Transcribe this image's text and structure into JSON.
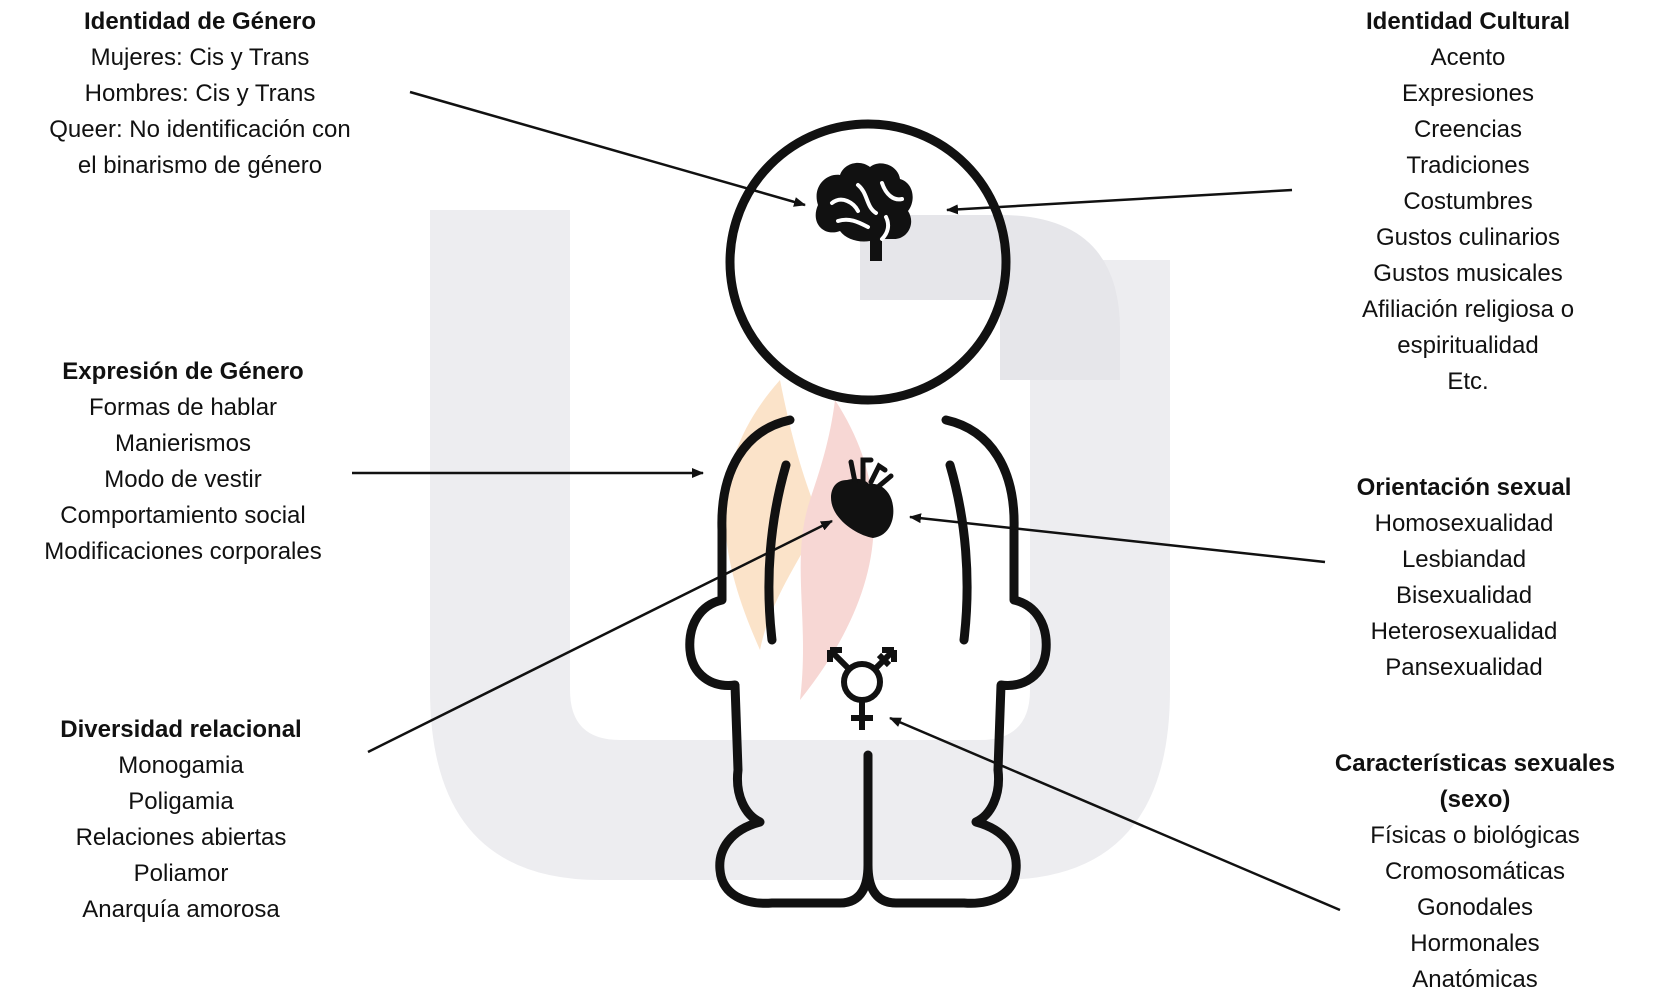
{
  "blocks": [
    {
      "id": "identidad-genero",
      "title": "Identidad de Género",
      "items": [
        "Mujeres: Cis y Trans",
        "Hombres: Cis y Trans",
        "Queer: No identificación con",
        "el binarismo de género"
      ]
    },
    {
      "id": "identidad-cultural",
      "title": "Identidad Cultural",
      "items": [
        "Acento",
        "Expresiones",
        "Creencias",
        "Tradiciones",
        "Costumbres",
        "Gustos culinarios",
        "Gustos musicales",
        "Afiliación religiosa o",
        "espiritualidad",
        "Etc."
      ]
    },
    {
      "id": "expresion-genero",
      "title": "Expresión de Género",
      "items": [
        "Formas de hablar",
        "Manierismos",
        "Modo de vestir",
        "Comportamiento social",
        "Modificaciones corporales"
      ]
    },
    {
      "id": "orientacion-sexual",
      "title": "Orientación sexual",
      "items": [
        "Homosexualidad",
        "Lesbiandad",
        "Bisexualidad",
        "Heterosexualidad",
        "Pansexualidad"
      ]
    },
    {
      "id": "diversidad-relacional",
      "title": "Diversidad relacional",
      "items": [
        "Monogamia",
        "Poligamia",
        "Relaciones abiertas",
        "Poliamor",
        "Anarquía amorosa"
      ]
    },
    {
      "id": "caracteristicas-sexuales",
      "title": "Características sexuales\n(sexo)",
      "items": [
        "Físicas o biológicas",
        "Cromosomáticas",
        "Gonodales",
        "Hormonales",
        "Anatómicas"
      ]
    }
  ],
  "icons": {
    "brain": "brain-icon",
    "heart": "heart-icon",
    "gender_symbol": "transgender-symbol-icon"
  },
  "colors": {
    "ink": "#111111",
    "watermark_gray": "#e9e9ec",
    "watermark_flame_orange": "#fbe3c9",
    "watermark_flame_red": "#f7d7d4"
  }
}
